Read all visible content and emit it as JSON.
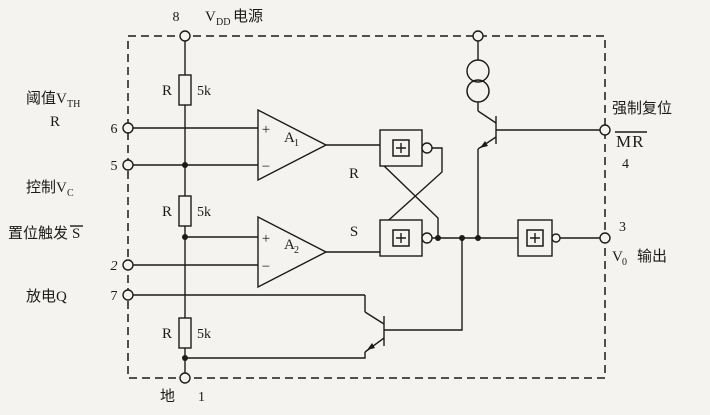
{
  "pins": {
    "p8": "8",
    "p6": "6",
    "p5": "5",
    "p2": "2",
    "p7": "7",
    "p1": "1",
    "p4": "4",
    "p3": "3"
  },
  "labels": {
    "vdd_v": "V",
    "vdd_sub": "DD",
    "vdd_text": "电源",
    "threshold_text": "阈值V",
    "threshold_sub": "TH",
    "threshold_r": "R",
    "control_text": "控制V",
    "control_sub": "C",
    "trigger_text": "置位触发",
    "trigger_s": "S",
    "discharge_text": "放电Q",
    "ground_text": "地",
    "reset_text": "强制复位",
    "reset_mr": "MR",
    "output_v": "V",
    "output_sub": "0",
    "output_text": "输出",
    "latch_r": "R",
    "latch_s": "S"
  },
  "components": {
    "r1_label": "R",
    "r1_value": "5k",
    "r2_label": "R",
    "r2_value": "5k",
    "r3_label": "R",
    "r3_value": "5k",
    "a1_label": "A",
    "a1_sub": "1",
    "a2_label": "A",
    "a2_sub": "2",
    "plus": "+",
    "minus": "−"
  }
}
